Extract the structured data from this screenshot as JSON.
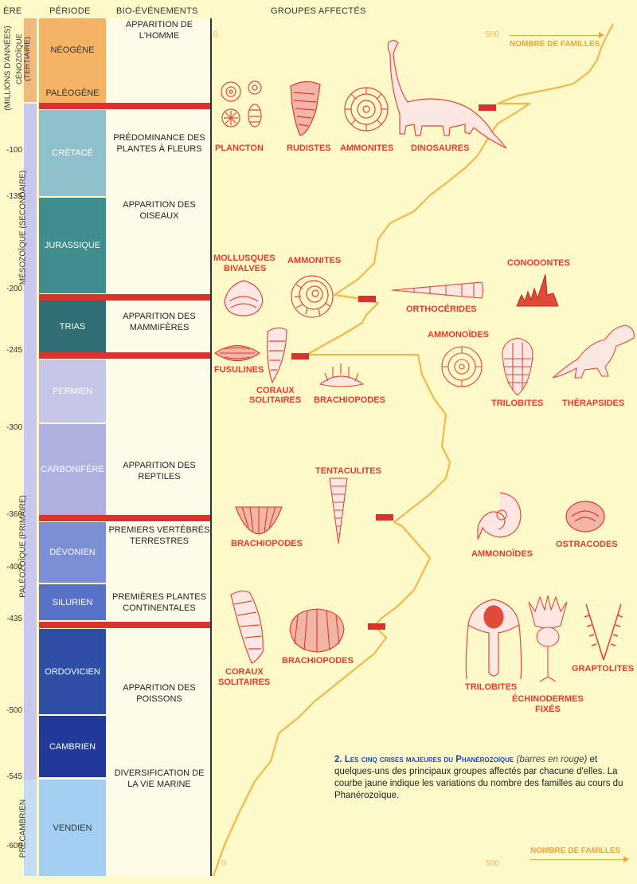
{
  "headers": {
    "era": "ÈRE",
    "periode": "PÉRIODE",
    "bio": "BIO-ÉVÉNEMENTS",
    "groupes": "GROUPES AFFECTÉS"
  },
  "axis_title": "(MILLIONS D'ANNÉES)",
  "ticks": [
    "-100",
    "-135",
    "-200",
    "-245",
    "-300",
    "-360",
    "-400",
    "-435",
    "-500",
    "-545",
    "-600"
  ],
  "eras": {
    "cenozoique": "CÉNOZOÏQUE (TERTIAIRE)",
    "mesozoique": "MÉSOZOÏQUE (SECONDAIRE)",
    "paleozoique": "PALÉOZOÏQUE (PRIMAIRE)",
    "precambrien": "PRÉCAMBRIEN"
  },
  "periods": [
    "NÉOGÈNE",
    "PALÉOGÈNE",
    "CRÉTACÉ",
    "JURASSIQUE",
    "TRIAS",
    "PERMIEN",
    "CARBONIFÈRE",
    "DÉVONIEN",
    "SILURIEN",
    "ORDOVICIEN",
    "CAMBRIEN",
    "VENDIEN"
  ],
  "bio_events": [
    "APPARITION DE L'HOMME",
    "PRÉDOMINANCE DES PLANTES À FLEURS",
    "APPARITION DES OISEAUX",
    "APPARITION DES MAMMIFÈRES",
    "APPARITION DES REPTILES",
    "PREMIERS VERTÉBRÉS TERRESTRES",
    "PREMIÈRES PLANTES CONTINENTALES",
    "APPARITION DES POISSONS",
    "DIVERSIFICATION DE LA VIE MARINE"
  ],
  "groups": {
    "plancton": "PLANCTON",
    "rudistes": "RUDISTES",
    "ammonites_top": "AMMONITES",
    "dinosaures": "DINOSAURES",
    "mollusques_1": "MOLLUSQUES",
    "mollusques_2": "BIVALVES",
    "ammonites_mid": "AMMONITES",
    "conodontes": "CONODONTES",
    "orthoceres": "ORTHOCÉRIDES",
    "ammonoides_mid": "AMMONOÏDES",
    "fusulines": "FUSULINES",
    "coraux1_1": "CORAUX",
    "coraux1_2": "SOLITAIRES",
    "brachio_mid": "BRACHIOPODES",
    "trilobites_mid": "TRILOBITES",
    "therapsides": "THÉRAPSIDES",
    "tentaculites": "TENTACULITES",
    "brachio_dev": "BRACHIOPODES",
    "ammonoides_dev": "AMMONOÏDES",
    "ostracodes": "OSTRACODES",
    "coraux2_1": "CORAUX",
    "coraux2_2": "SOLITAIRES",
    "brachio_ord": "BRACHIOPODES",
    "trilobites_ord": "TRILOBITES",
    "echino_1": "ÉCHINODERMES",
    "echino_2": "FIXÉS",
    "graptolites": "GRAPTOLITES"
  },
  "scale_top": {
    "zero": "0",
    "five_hundred": "500",
    "label": "NOMBRE DE FAMILLES"
  },
  "scale_bottom": {
    "zero": "0",
    "five_hundred": "500",
    "label": "NOMBRE DE FAMILLES"
  },
  "caption": {
    "number": "2.",
    "title": "Les cinq crises majeures du Phanérozoïque",
    "paren": "(barres en rouge)",
    "rest": "et quelques-uns des principaux groupes affectés par chacune d'elles. La courbe jaune indique les variations du nombre des familles au cours du Phanérozoïque."
  },
  "colors": {
    "background": "#fdf9c8",
    "curve": "#f2b84b",
    "crisis": "#d9322f",
    "label": "#e43b2c"
  }
}
